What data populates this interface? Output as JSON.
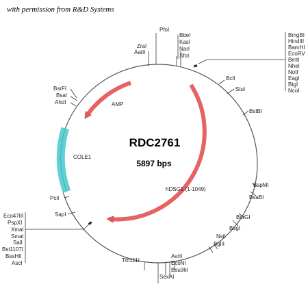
{
  "credit": "with permission from R&D Systems",
  "plasmid": {
    "name": "RDC2761",
    "size": "5897 bps"
  },
  "features": {
    "amp": "AMP",
    "cole1": "COLE1",
    "hdsg1": "hDSG1 (1-1049)"
  },
  "sites": {
    "top": [
      "ZraI",
      "AatII",
      "PfoI",
      "BbeI",
      "KasI",
      "NarI",
      "SfoI"
    ],
    "mcs_right": [
      "BmgBI",
      "HindIII",
      "BamHI",
      "EcoRV",
      "BmtI",
      "NheI",
      "NotI",
      "EagI",
      "BtgI",
      "NcoI"
    ],
    "right": [
      "BclI",
      "StuI",
      "BstBI",
      "BspMI",
      "BsaBI",
      "BsrGI",
      "BsgI",
      "NsiI",
      "BglII"
    ],
    "bottom": [
      "AvrII",
      "EcoNI",
      "Bsu36I",
      "SexAI",
      "Tth111I"
    ],
    "left_top": [
      "BsrFI",
      "BsaI",
      "AhdI"
    ],
    "left": [
      "PciI",
      "SapI"
    ],
    "mcs_left": [
      "Eco47III",
      "PspXI",
      "XmaI",
      "SmaI",
      "SalI",
      "Bst1107I",
      "BssHII",
      "AscI"
    ]
  }
}
